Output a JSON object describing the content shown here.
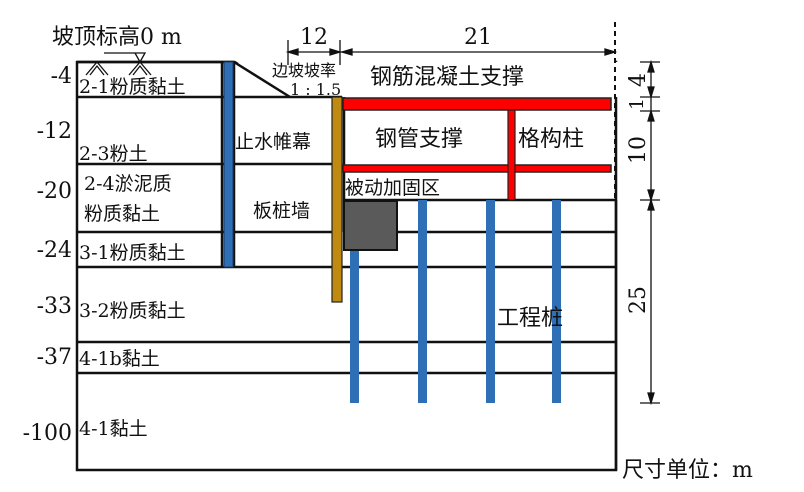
{
  "title_elevation": "坡顶标高0 m",
  "dims": {
    "top_slope": "12",
    "top_main": "21",
    "right_a": "4",
    "right_b": "1",
    "right_c": "10",
    "right_d": "25"
  },
  "slope_label": "边坡坡率",
  "slope_ratio": "1 : 1.5",
  "depths": [
    "-4",
    "-12",
    "-20",
    "-24",
    "-33",
    "-37",
    "-100"
  ],
  "layers": [
    "2-1粉质黏土",
    "2-3粉土",
    "2-4淤泥质",
    "粉质黏土",
    "3-1粉质黏土",
    "3-2粉质黏土",
    "4-1b黏土",
    "4-1黏土"
  ],
  "components": {
    "curtain": "止水帷幕",
    "sheet_pile": "板桩墙",
    "rc_strut": "钢筋混凝土支撑",
    "steel_strut": "钢管支撑",
    "lattice_column": "格构柱",
    "passive_zone": "被动加固区",
    "piles": "工程桩"
  },
  "unit_note": "尺寸单位：m",
  "colors": {
    "strut": "#ff0000",
    "pile": "#2f6fb5",
    "sheet_pile": "#c08a10",
    "passive": "#5a5a5a"
  }
}
